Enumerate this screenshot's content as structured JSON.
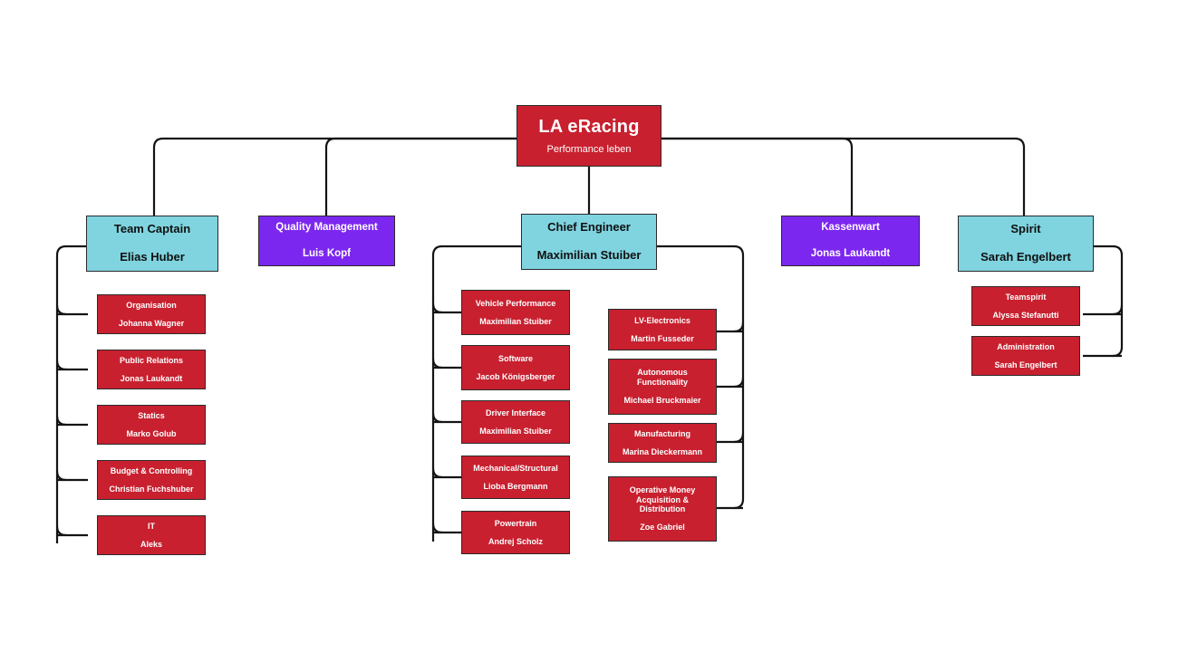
{
  "chart": {
    "type": "org-chart",
    "title": "LA eRacing organizational chart",
    "colors": {
      "red": "#C8202F",
      "cyan": "#7FD4E0",
      "purple": "#7C27F0",
      "connector": "#141414",
      "background": "#FFFFFF"
    },
    "root": {
      "title": "LA eRacing",
      "person": "Performance leben"
    },
    "level1": [
      {
        "title": "Team Captain",
        "person": "Elias Huber",
        "color": "cyan"
      },
      {
        "title": "Quality Management",
        "person": "Luis Kopf",
        "color": "purple"
      },
      {
        "title": "Chief Engineer",
        "person": "Maximilian Stuiber",
        "color": "cyan"
      },
      {
        "title": "Kassenwart",
        "person": "Jonas Laukandt",
        "color": "purple"
      },
      {
        "title": "Spirit",
        "person": "Sarah Engelbert",
        "color": "cyan"
      }
    ],
    "team_captain_children": [
      {
        "title": "Organisation",
        "person": "Johanna Wagner"
      },
      {
        "title": "Public Relations",
        "person": "Jonas Laukandt"
      },
      {
        "title": "Statics",
        "person": "Marko Golub"
      },
      {
        "title": "Budget & Controlling",
        "person": "Christian Fuchshuber"
      },
      {
        "title": "IT",
        "person": "Aleks"
      }
    ],
    "chief_engineer_children_left": [
      {
        "title": "Vehicle Performance",
        "person": "Maximilian Stuiber"
      },
      {
        "title": "Software",
        "person": "Jacob Königsberger"
      },
      {
        "title": "Driver Interface",
        "person": "Maximilian Stuiber"
      },
      {
        "title": "Mechanical/Structural",
        "person": "Lioba Bergmann"
      },
      {
        "title": "Powertrain",
        "person": "Andrej Scholz"
      }
    ],
    "chief_engineer_children_right": [
      {
        "title": "LV-Electronics",
        "person": "Martin Fusseder"
      },
      {
        "title": "Autonomous Functionality",
        "person": "Michael Bruckmaier"
      },
      {
        "title": "Manufacturing",
        "person": "Marina Dieckermann"
      },
      {
        "title": "Operative Money Acquisition & Distribution",
        "person": "Zoe Gabriel"
      }
    ],
    "spirit_children": [
      {
        "title": "Teamspirit",
        "person": "Alyssa Stefanutti"
      },
      {
        "title": "Administration",
        "person": "Sarah Engelbert"
      }
    ]
  }
}
